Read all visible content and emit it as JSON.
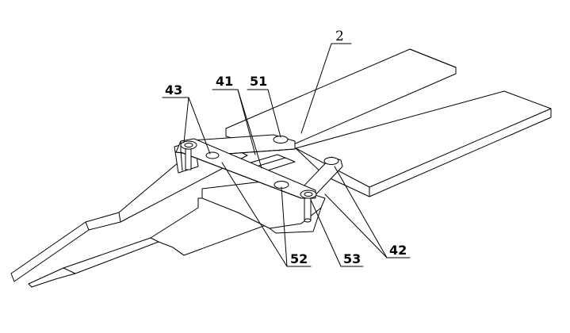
{
  "labels": {
    "l2": "2",
    "l41": "41",
    "l51": "51",
    "l43": "43",
    "l52": "52",
    "l53": "53",
    "l42": "42"
  }
}
